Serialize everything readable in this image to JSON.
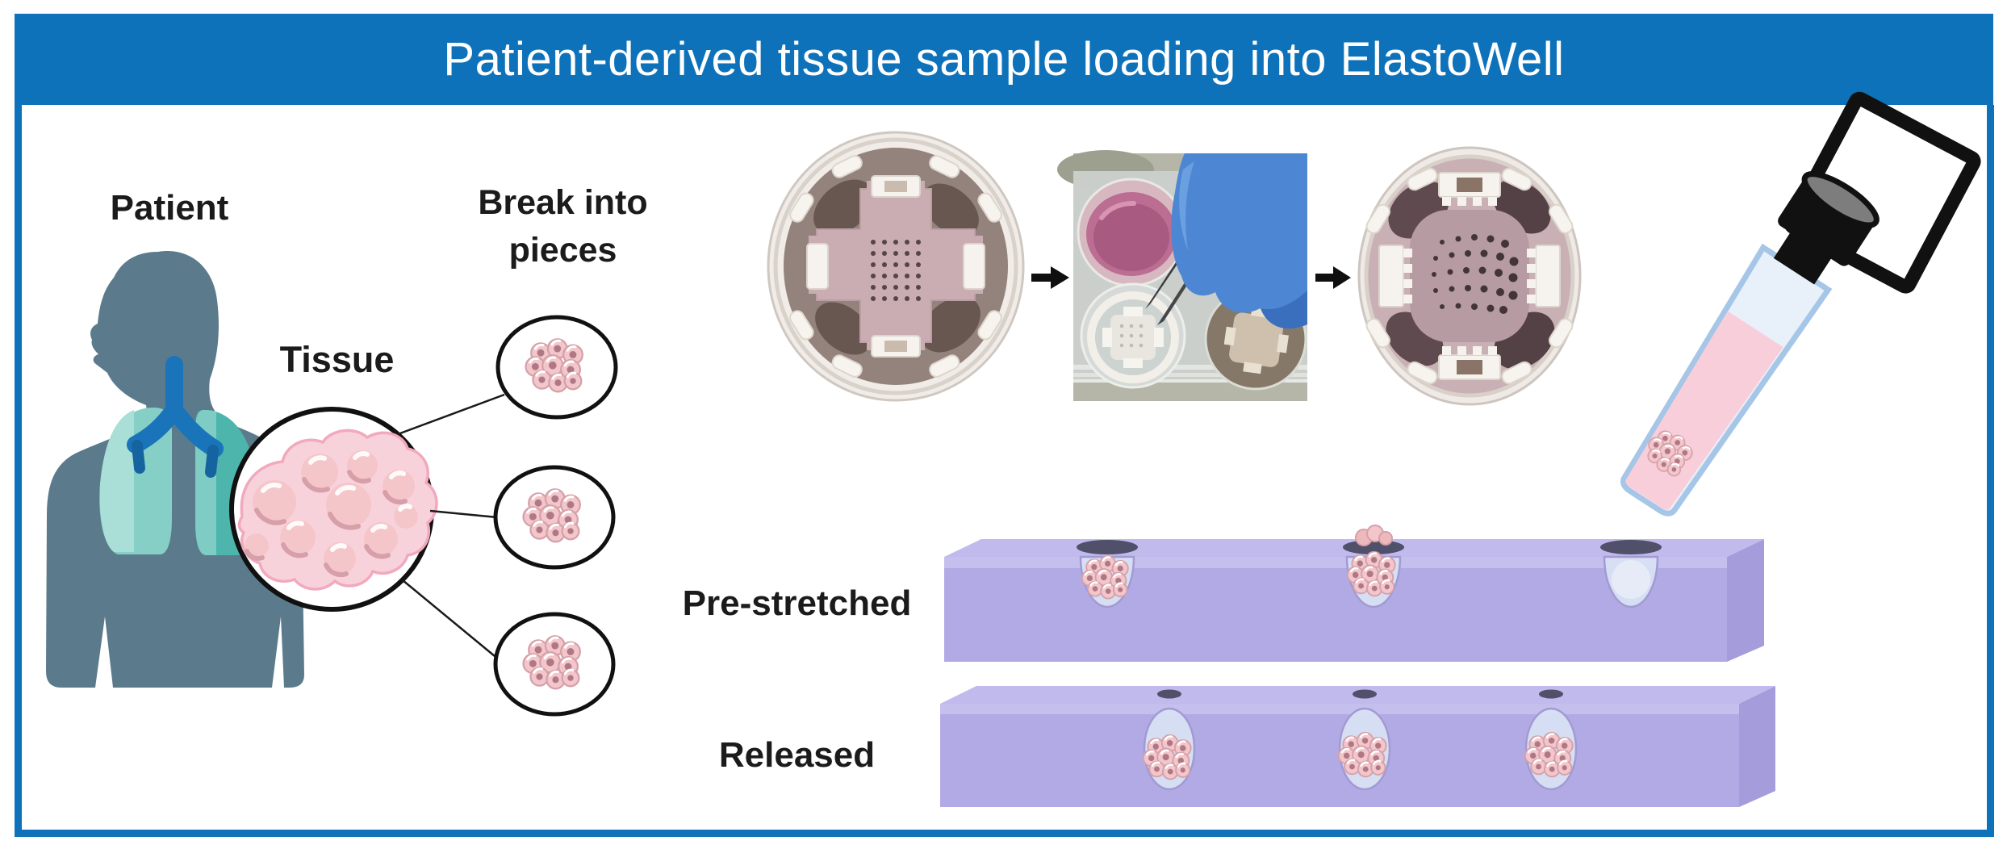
{
  "title": "Patient-derived tissue sample loading into ElastoWell",
  "labels": {
    "patient": "Patient",
    "tissue": "Tissue",
    "break_into_pieces": "Break into\npieces",
    "pre_stretched": "Pre-stretched",
    "released": "Released"
  },
  "icons": {
    "arrow_step1": "arrow-right",
    "arrow_step2": "arrow-right"
  },
  "colors": {
    "accent_blue": "#0d72ba",
    "silhouette_gray": "#5b7b8d",
    "lung_teal": "#4db5ab",
    "trachea_blue": "#1a74b9",
    "tissue_pink": "#f5c6c9",
    "elastowell_block_purple": "#b2abe5",
    "glove_blue": "#4d87d3",
    "media_pink": "#bc6d92"
  },
  "scene": {
    "left_panel_steps": [
      "Patient",
      "Tissue",
      "Break into pieces"
    ],
    "photo_sequence_steps": [
      "ElastoWell device in dish",
      "Tissue loading with tweezers in well plate",
      "Loaded ElastoWell device"
    ],
    "block_states": [
      "Pre-stretched",
      "Released"
    ],
    "prestretched_wells_filled": [
      true,
      true,
      false
    ],
    "released_wells_filled": [
      true,
      true,
      true
    ]
  }
}
